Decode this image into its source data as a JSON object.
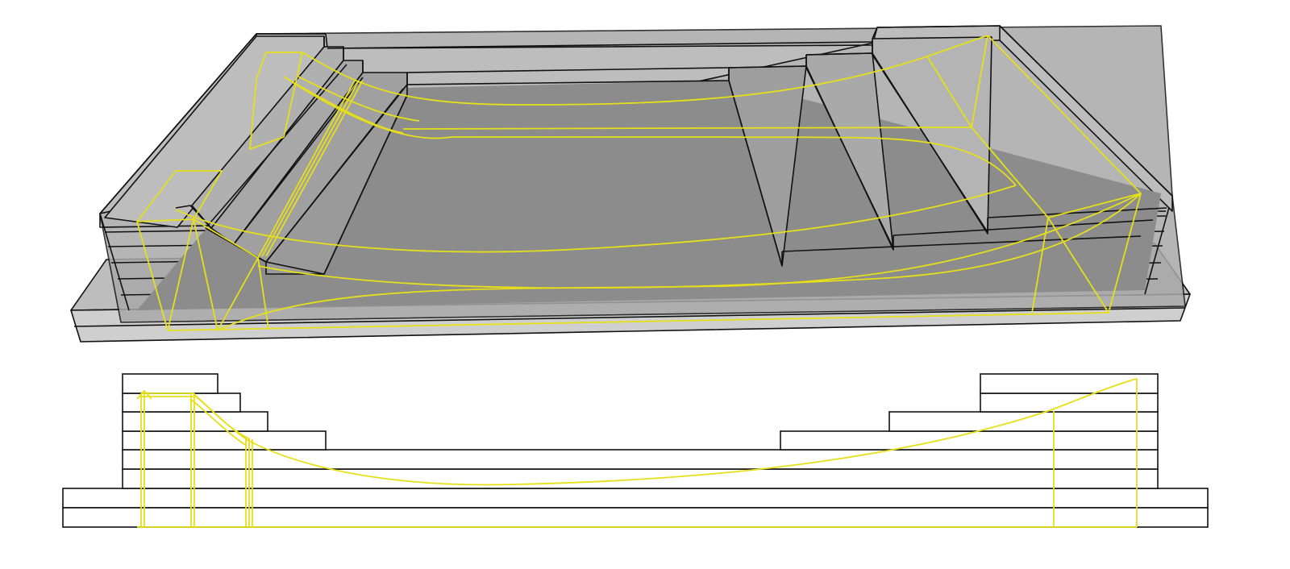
{
  "figure": {
    "views": [
      "axonometric-view",
      "section-elevation"
    ],
    "colors": {
      "background": "#ffffff",
      "outline": "#111111",
      "slab_fill": "#9c9c9c",
      "slab_face_light": "#c8c8c8",
      "floor_fill": "#8a8a8a",
      "overlay": "#e8e21a"
    },
    "axonometric": {
      "left_stair_steps": 4,
      "right_stair_steps": 3,
      "base_layers": 6
    },
    "section": {
      "layers": 8,
      "left_steps": 4,
      "right_steps": 3
    }
  }
}
